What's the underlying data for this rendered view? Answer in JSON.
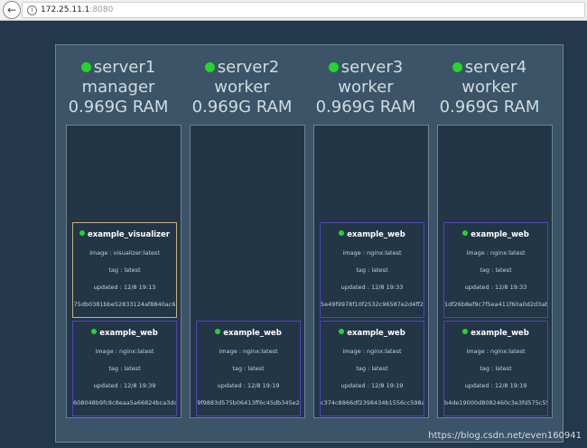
{
  "browser": {
    "url_host": "172.25.11.1",
    "url_port": ":8080"
  },
  "nodes": [
    {
      "name": "server1",
      "role": "manager",
      "ram": "0.969G RAM",
      "tasks": [
        {
          "name": "example_visualizer",
          "image": "image : visualizer:latest",
          "tag": "tag : latest",
          "updated": "updated : 12/8 19:13",
          "id": "75db0381bbe52833124af8840ac6",
          "state": "state : running",
          "kind": "visualizer"
        },
        {
          "name": "example_web",
          "image": "image : nginx:latest",
          "tag": "tag : latest",
          "updated": "updated : 12/8 19:39",
          "id": "608048b9fc8c8eaa5a66824bca3dcc",
          "state": "state : running",
          "kind": "web"
        }
      ]
    },
    {
      "name": "server2",
      "role": "worker",
      "ram": "0.969G RAM",
      "tasks": [
        {
          "name": "example_web",
          "image": "image : nginx:latest",
          "tag": "tag : latest",
          "updated": "updated : 12/8 19:19",
          "id": "9f9883d575b06413ff6c45db345e2",
          "state": "state : running",
          "kind": "web"
        }
      ]
    },
    {
      "name": "server3",
      "role": "worker",
      "ram": "0.969G RAM",
      "tasks": [
        {
          "name": "example_web",
          "image": "image : nginx:latest",
          "tag": "tag : latest",
          "updated": "updated : 12/8 19:33",
          "id": "5e49f9978f10f2532c96587e2d4ff2a",
          "state": "state : running",
          "kind": "web"
        },
        {
          "name": "example_web",
          "image": "image : nginx:latest",
          "tag": "tag : latest",
          "updated": "updated : 12/8 19:19",
          "id": "c374c8866df2398434b1556cc598af",
          "state": "state : running",
          "kind": "web"
        }
      ]
    },
    {
      "name": "server4",
      "role": "worker",
      "ram": "0.969G RAM",
      "tasks": [
        {
          "name": "example_web",
          "image": "image : nginx:latest",
          "tag": "tag : latest",
          "updated": "updated : 12/8 19:33",
          "id": "1df26b8ef9c7f5ea411f60a0d2d3abl",
          "state": "state : running",
          "kind": "web"
        },
        {
          "name": "example_web",
          "image": "image : nginx:latest",
          "tag": "tag : latest",
          "updated": "updated : 12/8 19:19",
          "id": "b4de19000d8082460c3e3fd575c55",
          "state": "state : running",
          "kind": "web"
        }
      ]
    }
  ],
  "watermark": "https://blog.csdn.net/even160941",
  "colors": {
    "background": "#24384b",
    "cluster": "#3b5467",
    "column": "#233648",
    "status_green": "#25d42c",
    "web_border": "#4f44b8",
    "visualizer_border": "#c6b27a"
  }
}
